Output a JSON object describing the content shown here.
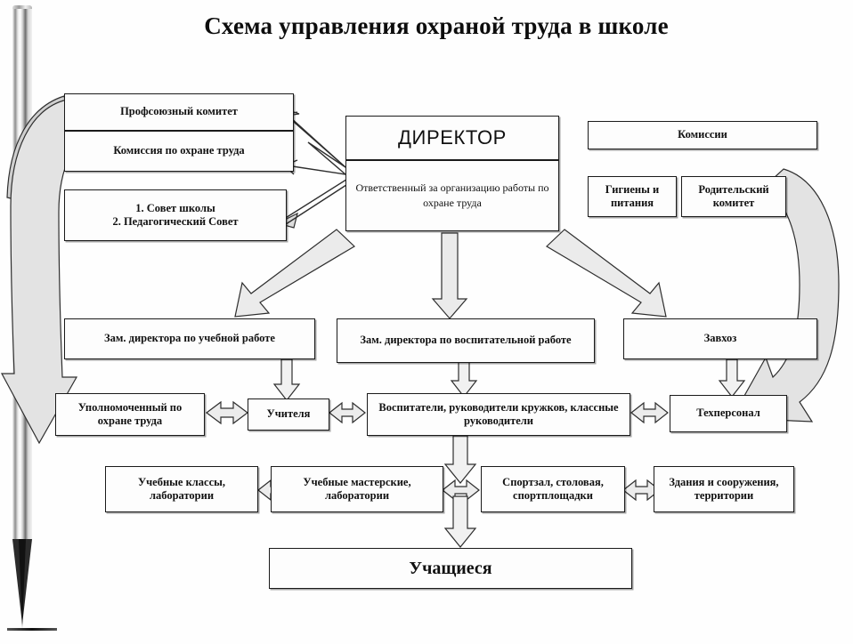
{
  "document": {
    "title": "Схема управления охраной труда в школе",
    "language": "ru"
  },
  "decoration": {
    "pen_icon": "pen-graphic"
  },
  "chart_data": {
    "type": "diagram",
    "title": "Схема управления охраной труда в школе",
    "orientation": "top-down hierarchy",
    "nodes": [
      {
        "id": "profkom",
        "label": "Профсоюзный комитет"
      },
      {
        "id": "komissia_ot",
        "label": "Комиссия по охране труда"
      },
      {
        "id": "sovety",
        "label": "1. Совет школы\n2. Педагогический Совет"
      },
      {
        "id": "director",
        "label": "ДИРЕКТОР"
      },
      {
        "id": "otvetstvenny",
        "label": "Ответственный за организацию работы по охране труда"
      },
      {
        "id": "komissii",
        "label": "Комиссии"
      },
      {
        "id": "gigiena",
        "label": "Гигиены и питания"
      },
      {
        "id": "roditkom",
        "label": "Родительский комитет"
      },
      {
        "id": "zam_ucheb",
        "label": "Зам. директора по учебной работе"
      },
      {
        "id": "zam_vosp",
        "label": "Зам. директора по воспитательной работе"
      },
      {
        "id": "zavhoz",
        "label": "Завхоз"
      },
      {
        "id": "upolnomochen",
        "label": "Уполномоченный по охране труда"
      },
      {
        "id": "uchitelya",
        "label": "Учителя"
      },
      {
        "id": "vospitateli",
        "label": "Воспитатели, руководители кружков, классные руководители"
      },
      {
        "id": "tehpersonal",
        "label": "Техперсонал"
      },
      {
        "id": "klassy",
        "label": "Учебные классы, лаборатории"
      },
      {
        "id": "masterskie",
        "label": "Учебные мастерские, лаборатории"
      },
      {
        "id": "sportzal",
        "label": "Спортзал, столовая, спортплощадки"
      },
      {
        "id": "zdania",
        "label": "Здания и сооружения, территории"
      },
      {
        "id": "uchashiesya",
        "label": "Учащиеся"
      }
    ],
    "edges": [
      {
        "from": "director",
        "to": "profkom",
        "style": "double-thin"
      },
      {
        "from": "director",
        "to": "komissia_ot",
        "style": "double-thin"
      },
      {
        "from": "director",
        "to": "sovety",
        "style": "single-thin"
      },
      {
        "from": "roditkom",
        "to": "tehpersonal",
        "style": "curved-block"
      },
      {
        "from": "komissia_ot",
        "to": "upolnomochen",
        "style": "curved-block"
      },
      {
        "from": "otvetstvenny",
        "to": "zam_ucheb",
        "style": "block"
      },
      {
        "from": "otvetstvenny",
        "to": "zam_vosp",
        "style": "block"
      },
      {
        "from": "otvetstvenny",
        "to": "zavhoz",
        "style": "block"
      },
      {
        "from": "zam_ucheb",
        "to": "uchitelya",
        "style": "block"
      },
      {
        "from": "zam_vosp",
        "to": "vospitateli",
        "style": "block"
      },
      {
        "from": "zavhoz",
        "to": "tehpersonal",
        "style": "block"
      },
      {
        "from": "upolnomochen",
        "to": "uchitelya",
        "style": "block-double"
      },
      {
        "from": "uchitelya",
        "to": "vospitateli",
        "style": "block-double"
      },
      {
        "from": "vospitateli",
        "to": "tehpersonal",
        "style": "block-double"
      },
      {
        "from": "klassy",
        "to": "masterskie",
        "style": "block-double"
      },
      {
        "from": "masterskie",
        "to": "sportzal",
        "style": "block-double"
      },
      {
        "from": "sportzal",
        "to": "zdania",
        "style": "block-double"
      },
      {
        "from": "vospitateli",
        "to": "uchashiesya",
        "style": "block"
      }
    ],
    "colors": {
      "box_border": "#1a1a1a",
      "box_fill": "#fdfdfd",
      "arrow_fill": "#e8e8e8",
      "arrow_stroke": "#333333",
      "text": "#111111",
      "background": "#ffffff"
    }
  }
}
